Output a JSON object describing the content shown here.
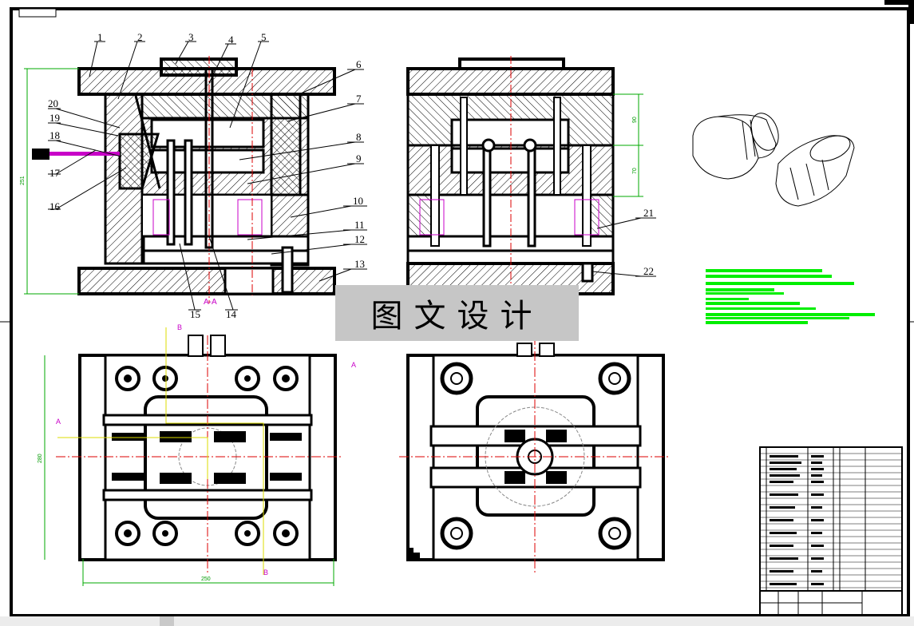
{
  "drawing": {
    "code_label": "6-1010d",
    "section_label": "A-A",
    "watermark": "图文设计",
    "part_numbers": [
      "1",
      "2",
      "3",
      "4",
      "5",
      "6",
      "7",
      "8",
      "9",
      "10",
      "11",
      "12",
      "13",
      "14",
      "15",
      "16",
      "17",
      "18",
      "19",
      "20",
      "21",
      "22"
    ],
    "section_markers": [
      "A",
      "A",
      "B",
      "B"
    ],
    "dimensions": {
      "overall_height": "251",
      "plate_a": "90",
      "plate_b": "70",
      "plan_height": "280",
      "plan_width": "250"
    }
  },
  "colors": {
    "line": "#000000",
    "hatch": "#000000",
    "centerline": "#dd0000",
    "dimension": "#00aa00",
    "section": "#c800c8",
    "highlight": "#00ee00",
    "watermark_bg": "#c6c6c6"
  }
}
